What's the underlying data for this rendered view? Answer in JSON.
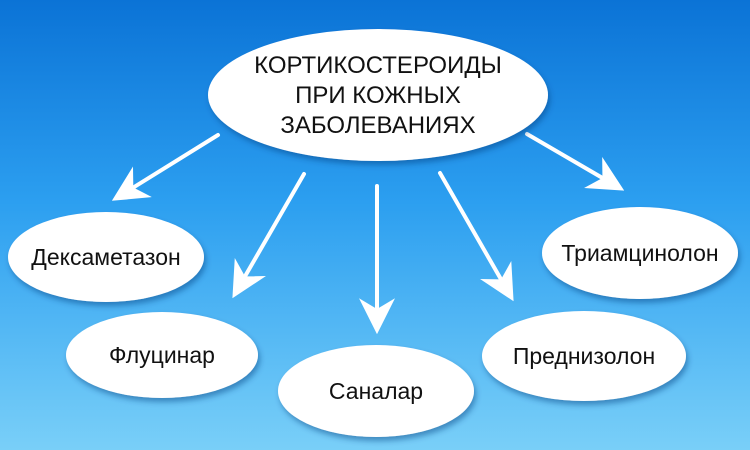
{
  "diagram": {
    "title_lines": [
      "КОРТИКОСТЕРОИДЫ",
      "ПРИ КОЖНЫХ",
      "ЗАБОЛЕВАНИЯХ"
    ],
    "nodes": [
      {
        "id": "deksametazon",
        "label": "Дексаметазон"
      },
      {
        "id": "fluцinar",
        "label": "Флуцинар"
      },
      {
        "id": "sanalar",
        "label": "Саналар"
      },
      {
        "id": "prednizolon",
        "label": "Преднизолон"
      },
      {
        "id": "triamcinolon",
        "label": "Триамцинолон"
      }
    ]
  },
  "colors": {
    "background_top": "#0b73d6",
    "background_bottom": "#79cff8",
    "node_fill": "#ffffff",
    "arrow": "#ffffff"
  }
}
